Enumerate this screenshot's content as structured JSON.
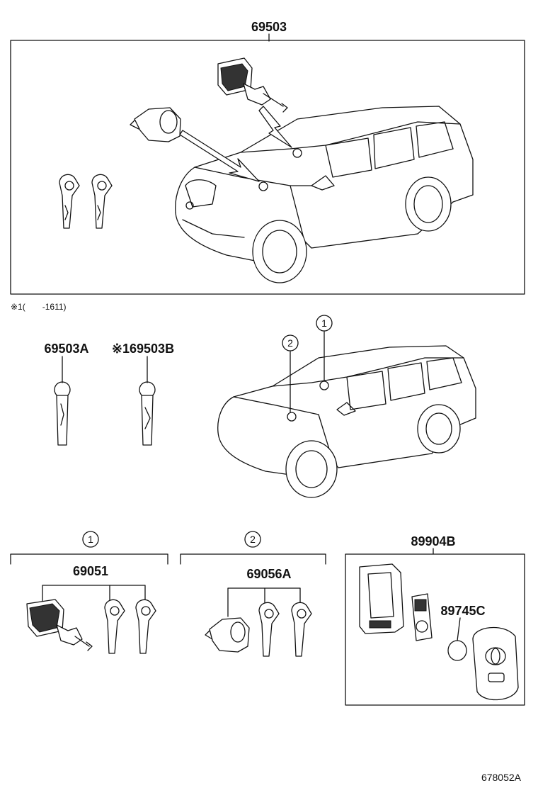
{
  "labels": {
    "main_kit": "69503",
    "key_a": "69503A",
    "key_b": "※169503B",
    "note": "※1(　　-1611)",
    "callout_1": "1",
    "callout_2": "2",
    "section_1": "1",
    "section_2": "2",
    "cylinder_set": "69051",
    "door_set": "69056A",
    "fob_assy": "89904B",
    "battery": "89745C",
    "drawing_code": "678052A"
  }
}
